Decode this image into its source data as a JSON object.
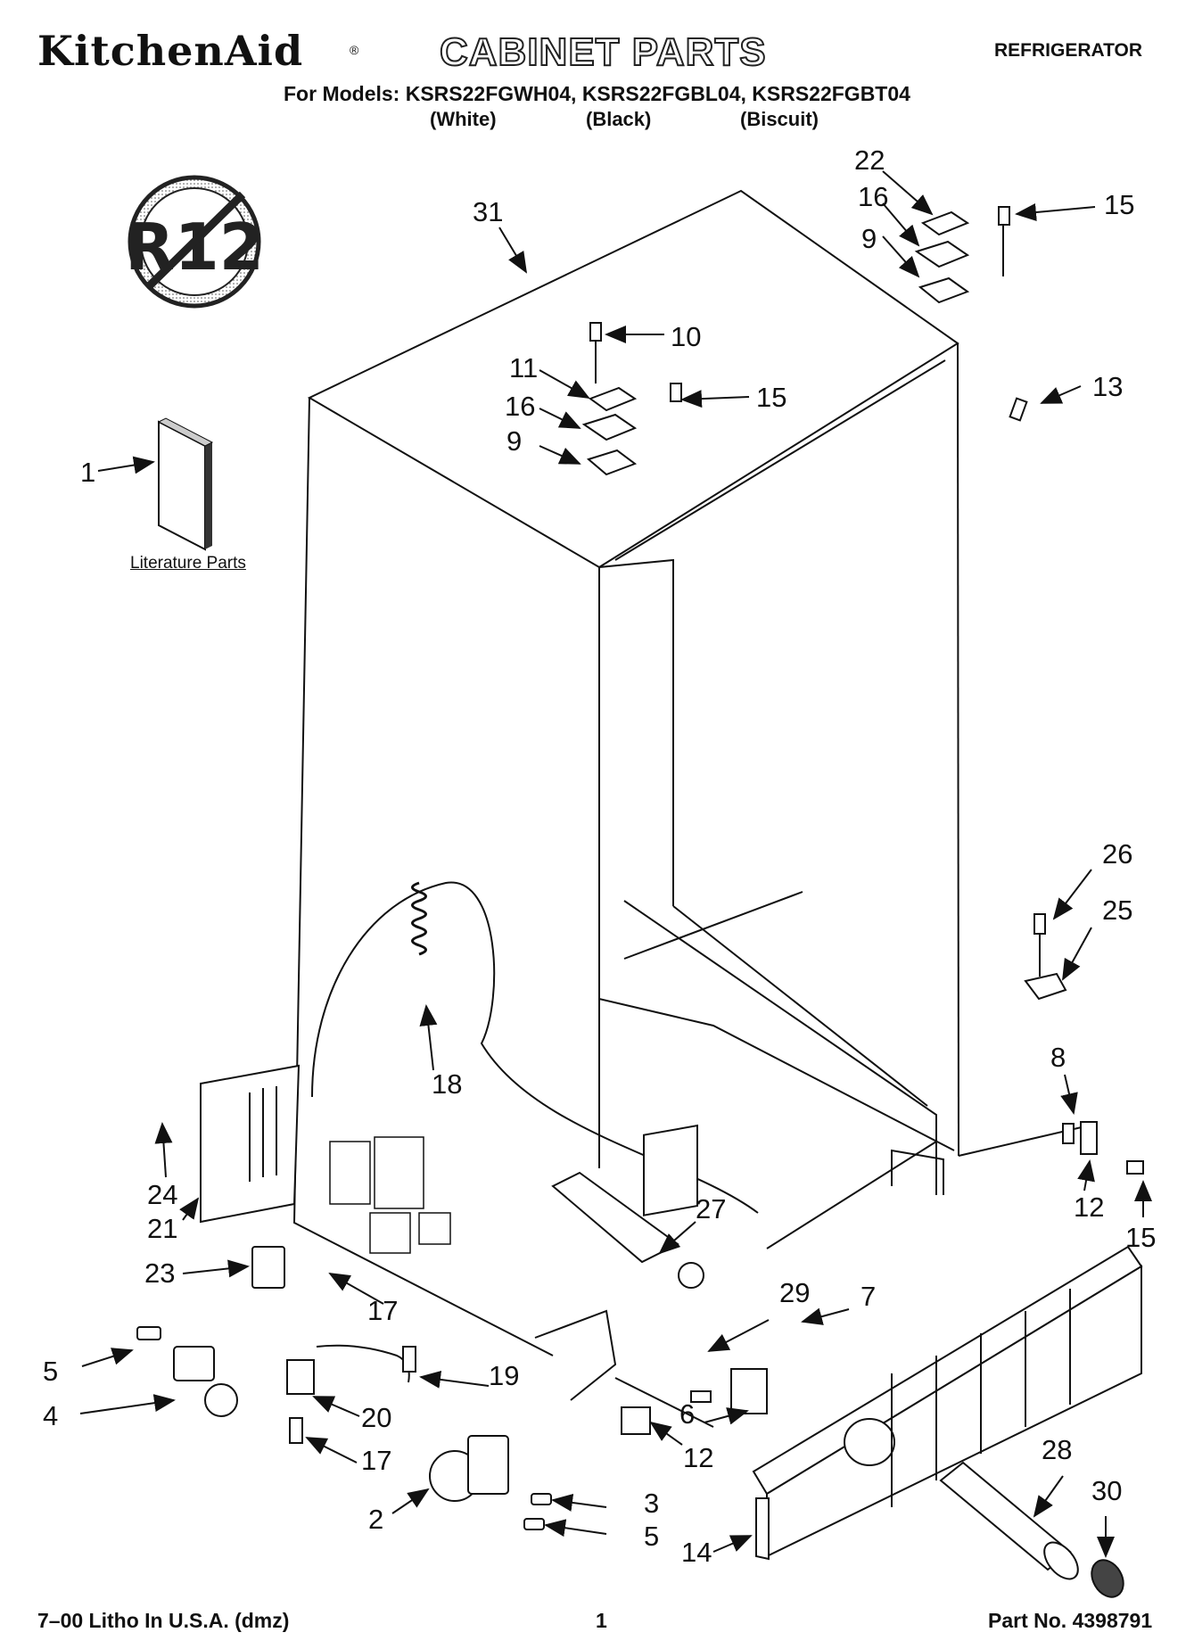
{
  "header": {
    "brand": "KitchenAid",
    "brand_mark": "®",
    "title": "CABINET PARTS",
    "appliance": "REFRIGERATOR",
    "models_line": "For Models: KSRS22FGWH04, KSRS22FGBL04, KSRS22FGBT04",
    "variants": [
      "(White)",
      "(Black)",
      "(Biscuit)"
    ]
  },
  "badge": {
    "text": "R12",
    "meaning": "no R12 refrigerant symbol"
  },
  "literature_label": "Literature Parts",
  "callouts": {
    "c31": "31",
    "c22": "22",
    "c16a": "16",
    "c15a": "15",
    "c9a": "9",
    "c10": "10",
    "c11": "11",
    "c15b": "15",
    "c16b": "16",
    "c9b": "9",
    "c13": "13",
    "c1": "1",
    "c26": "26",
    "c25": "25",
    "c18": "18",
    "c8": "8",
    "c24": "24",
    "c21": "21",
    "c12a": "12",
    "c15c": "15",
    "c27": "27",
    "c23": "23",
    "c17a": "17",
    "c29": "29",
    "c7": "7",
    "c5a": "5",
    "c19": "19",
    "c4": "4",
    "c20": "20",
    "c6": "6",
    "c12b": "12",
    "c17b": "17",
    "c28": "28",
    "c30": "30",
    "c3": "3",
    "c2": "2",
    "c5b": "5",
    "c14": "14"
  },
  "footer": {
    "litho": "7–00 Litho In U.S.A. (dmz)",
    "page": "1",
    "part_no": "Part No. 4398791"
  }
}
